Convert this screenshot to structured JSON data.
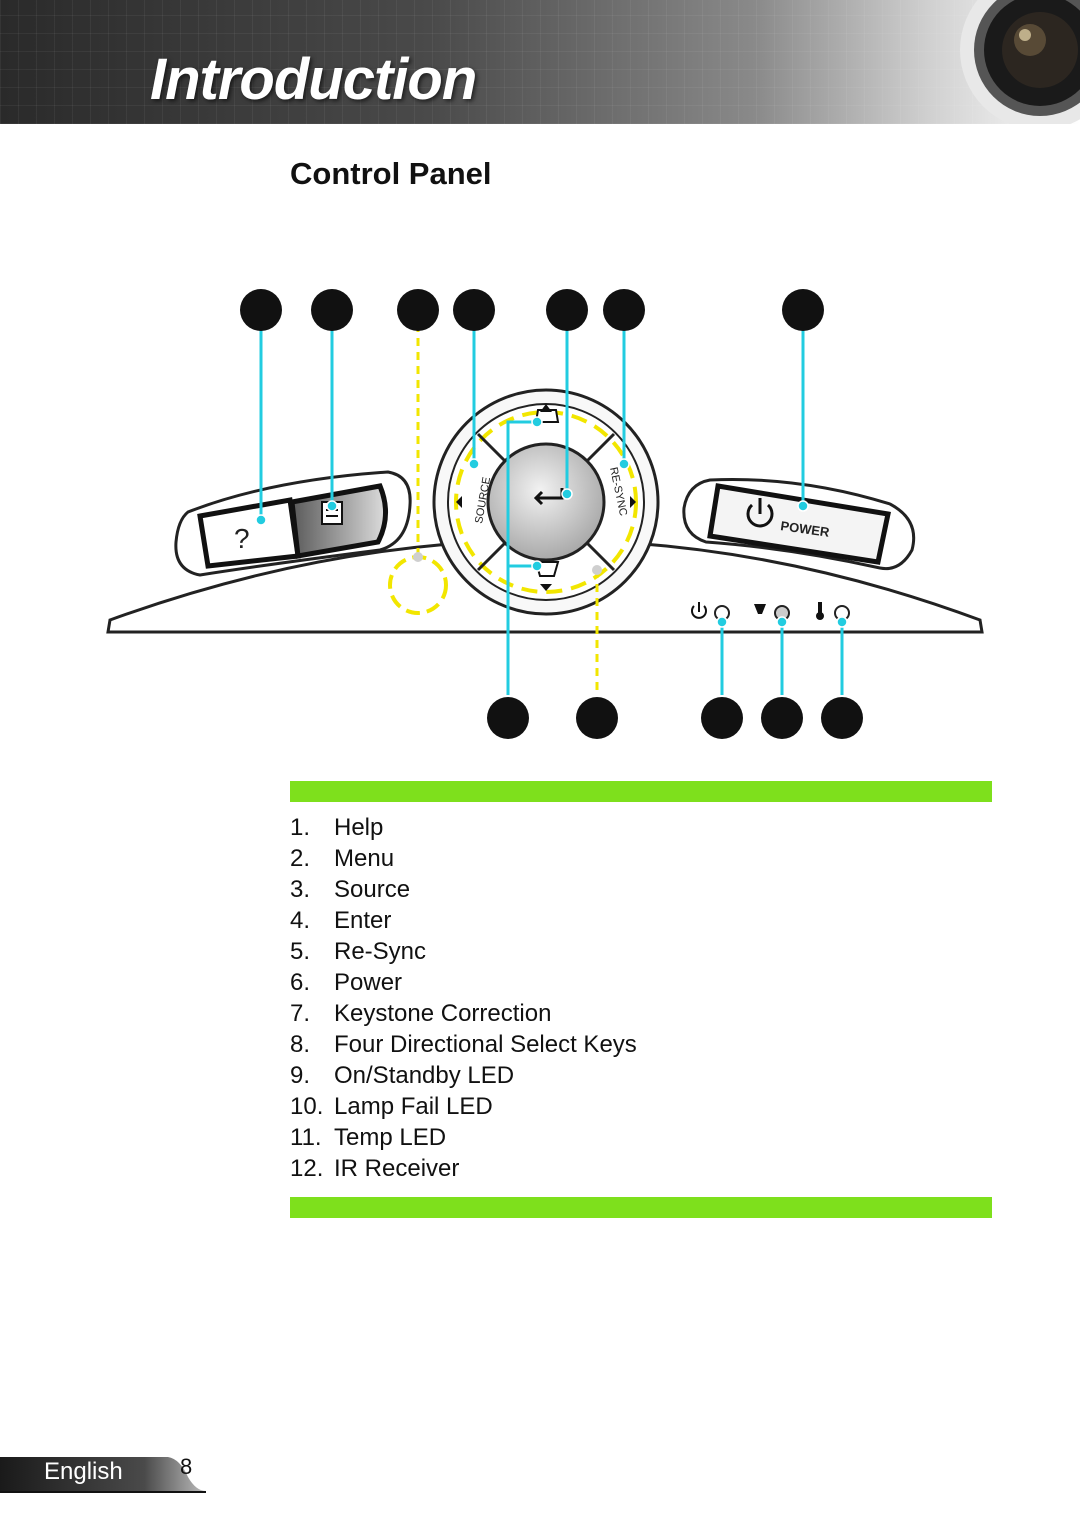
{
  "header": {
    "title": "Introduction"
  },
  "section": {
    "title": "Control Panel"
  },
  "panel": {
    "source_label": "SOURCE",
    "resync_label": "RE-SYNC",
    "power_label": "POWER",
    "help_glyph": "?"
  },
  "legend": [
    {
      "num": "1.",
      "label": "Help"
    },
    {
      "num": "2.",
      "label": "Menu"
    },
    {
      "num": "3.",
      "label": "Source"
    },
    {
      "num": "4.",
      "label": "Enter"
    },
    {
      "num": "5.",
      "label": "Re-Sync"
    },
    {
      "num": "6.",
      "label": "Power"
    },
    {
      "num": "7.",
      "label": "Keystone Correction"
    },
    {
      "num": "8.",
      "label": "Four Directional Select Keys"
    },
    {
      "num": "9.",
      "label": "On/Standby LED"
    },
    {
      "num": "10.",
      "label": "Lamp Fail LED"
    },
    {
      "num": "11.",
      "label": "Temp LED"
    },
    {
      "num": "12.",
      "label": "IR Receiver"
    }
  ],
  "footer": {
    "language": "English",
    "page_number": "8"
  },
  "colors": {
    "accent_bar": "#7ee01c",
    "callout_line": "#22cce0",
    "dashed_line": "#f2e600"
  }
}
